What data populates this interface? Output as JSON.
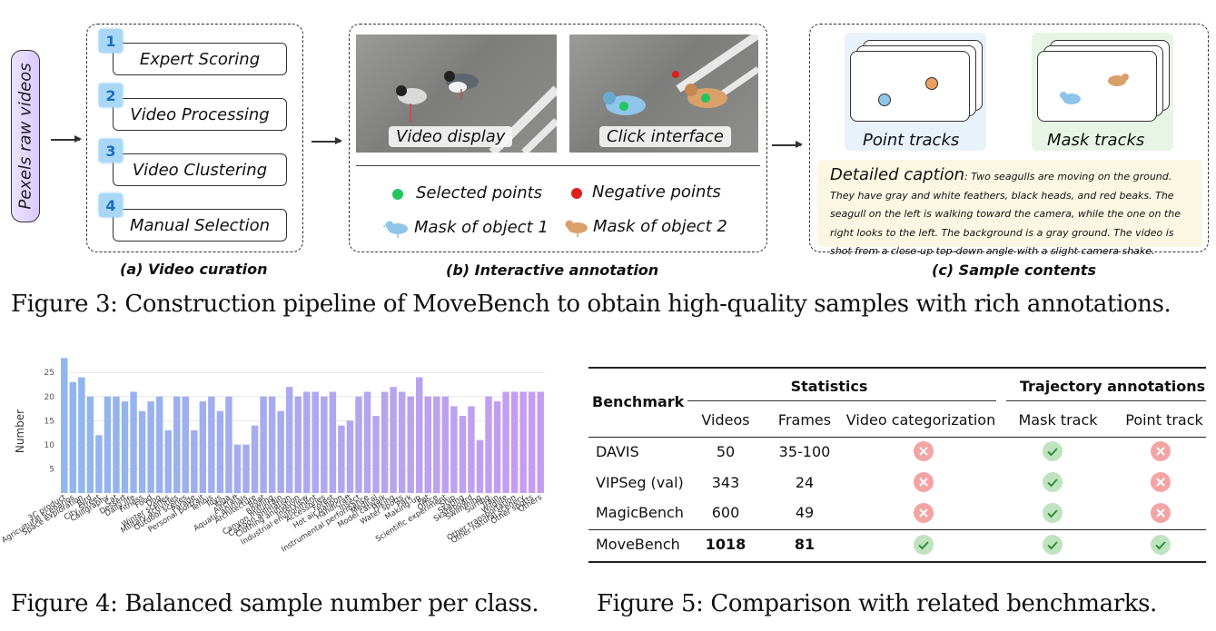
{
  "pipeline": {
    "source_label": "Pexels raw videos",
    "curation": {
      "steps": [
        {
          "num": "1",
          "label": "Expert Scoring"
        },
        {
          "num": "2",
          "label": "Video Processing"
        },
        {
          "num": "3",
          "label": "Video Clustering"
        },
        {
          "num": "4",
          "label": "Manual Selection"
        }
      ],
      "caption": "(a) Video curation"
    },
    "annotation": {
      "video_label": "Video display",
      "click_label": "Click interface",
      "legend": {
        "selected": "Selected points",
        "negative": "Negative points",
        "mask1": "Mask of object 1",
        "mask2": "Mask of object 2"
      },
      "caption": "(b) Interactive annotation"
    },
    "samples": {
      "point_tracks": "Point tracks",
      "mask_tracks": "Mask tracks",
      "detailed_caption_head": "Detailed caption",
      "detailed_caption_text": ": Two seagulls are moving on the ground. They have gray and white feathers, black heads, and red beaks. The seagull on the left is walking toward the camera, while the one on the right looks to the left. The background is a gray ground. The video is shot from a close-up top-down angle with a slight camera shake.",
      "caption": "(c) Sample contents"
    },
    "colors": {
      "selected": "#22c55e",
      "negative": "#e11d1d",
      "mask1": "#8ec5e8",
      "mask2": "#d9a06a"
    }
  },
  "figure3_caption": "Figure 3: Construction pipeline of MoveBench to obtain high-quality samples with rich annotations.",
  "figure4_caption": "Figure 4: Balanced sample number per class.",
  "figure5_caption": "Figure 5: Comparison with related benchmarks.",
  "chart_data": {
    "type": "bar",
    "ylabel": "Number",
    "ylim": [
      0,
      29
    ],
    "yticks": [
      5,
      10,
      15,
      20,
      25
    ],
    "grid": true,
    "colors": {
      "start": "#8fb6ee",
      "end": "#c79cf0"
    },
    "categories": [
      "3C product",
      "Agricultural scenarios",
      "Space exploration",
      "Bird",
      "City Street",
      "Calligraphy",
      "Cat",
      "Dessert",
      "Daily life",
      "Fitness",
      "Food",
      "Dog",
      "Winter scenes",
      "Military activities",
      "Outdoor scenes",
      "Parade",
      "Personal portrait",
      "Tennis",
      "Toys",
      "Yoga",
      "Aircraft",
      "Aquatic animals",
      "Architecture",
      "Boat",
      "Bowling",
      "Canyon mountain",
      "Cartoon animation",
      "Clothing animation",
      "Interview",
      "Industrial environment",
      "Accessories",
      "Forest",
      "Hot air balloon",
      "Handicraft",
      "Insect",
      "Instrumental performance",
      "Medical",
      "Model catwalk",
      "Hiking",
      "Water sports",
      "Park",
      "Making-up",
      "Pet",
      "Office",
      "Scientific experiment",
      "Ship",
      "Skating",
      "Skateboard",
      "Swimming",
      "Surfing",
      "Train",
      "Wildlife",
      "Other transportation",
      "Other natural scenery",
      "Other sports",
      "Others"
    ],
    "values": [
      28,
      23,
      24,
      20,
      12,
      20,
      20,
      19,
      21,
      17,
      19,
      20,
      13,
      20,
      20,
      13,
      19,
      20,
      17,
      20,
      10,
      10,
      14,
      20,
      20,
      17,
      22,
      20,
      21,
      21,
      20,
      21,
      14,
      15,
      20,
      21,
      16,
      21,
      22,
      21,
      20,
      24,
      20,
      20,
      20,
      18,
      16,
      18,
      11,
      20,
      19,
      21,
      21,
      21,
      21,
      21
    ]
  },
  "table": {
    "header": {
      "benchmark": "Benchmark",
      "statistics": "Statistics",
      "trajectory": "Trajectory annotations",
      "videos": "Videos",
      "frames": "Frames",
      "categorization": "Video categorization",
      "mask_track": "Mask track",
      "point_track": "Point track"
    },
    "rows": [
      {
        "name": "DAVIS",
        "videos": "50",
        "frames": "35-100",
        "cat": "no",
        "mask": "yes",
        "point": "no"
      },
      {
        "name": "VIPSeg (val)",
        "videos": "343",
        "frames": "24",
        "cat": "no",
        "mask": "yes",
        "point": "no"
      },
      {
        "name": "MagicBench",
        "videos": "600",
        "frames": "49",
        "cat": "no",
        "mask": "yes",
        "point": "no"
      },
      {
        "name": "MoveBench",
        "videos": "1018",
        "frames": "81",
        "cat": "yes",
        "mask": "yes",
        "point": "yes"
      }
    ]
  }
}
